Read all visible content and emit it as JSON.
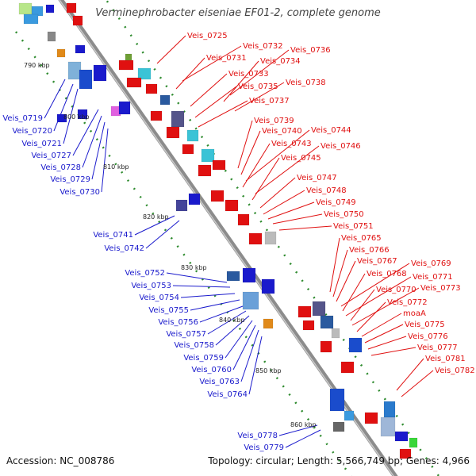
{
  "title": "Verminephrobacter eiseniae EF01-2, complete genome",
  "footer": {
    "accession": "Accession: NC_008786",
    "summary": "Topology: circular; Length: 5,566,749 bp; Genes: 4,966"
  },
  "colors": {
    "forward_gene_label": "#e01010",
    "reverse_gene_label": "#1a1acc",
    "backbone": "#8c8c8c",
    "tick": "#2e8b2e"
  },
  "scale_labels": [
    "790 kbp",
    "800 kbp",
    "810 kbp",
    "820 kbp",
    "830 kbp",
    "840 kbp",
    "850 kbp",
    "860 kbp"
  ],
  "forward_genes": [
    "Veis_0725",
    "Veis_0732",
    "Veis_0731",
    "Veis_0736",
    "Veis_0734",
    "Veis_0733",
    "Veis_0738",
    "Veis_0735",
    "Veis_0737",
    "Veis_0739",
    "Veis_0740",
    "Veis_0744",
    "Veis_0743",
    "Veis_0746",
    "Veis_0745",
    "Veis_0747",
    "Veis_0748",
    "Veis_0749",
    "Veis_0750",
    "Veis_0751",
    "Veis_0765",
    "Veis_0766",
    "Veis_0767",
    "Veis_0769",
    "Veis_0768",
    "Veis_0771",
    "Veis_0770",
    "Veis_0773",
    "Veis_0772",
    "moaA",
    "Veis_0775",
    "Veis_0776",
    "Veis_0777",
    "Veis_0781",
    "Veis_0782"
  ],
  "reverse_genes": [
    "Veis_0719",
    "Veis_0720",
    "Veis_0721",
    "Veis_0727",
    "Veis_0728",
    "Veis_0729",
    "Veis_0730",
    "Veis_0741",
    "Veis_0742",
    "Veis_0752",
    "Veis_0753",
    "Veis_0754",
    "Veis_0755",
    "Veis_0756",
    "Veis_0757",
    "Veis_0758",
    "Veis_0759",
    "Veis_0760",
    "Veis_0763",
    "Veis_0764",
    "Veis_0778",
    "Veis_0779"
  ]
}
